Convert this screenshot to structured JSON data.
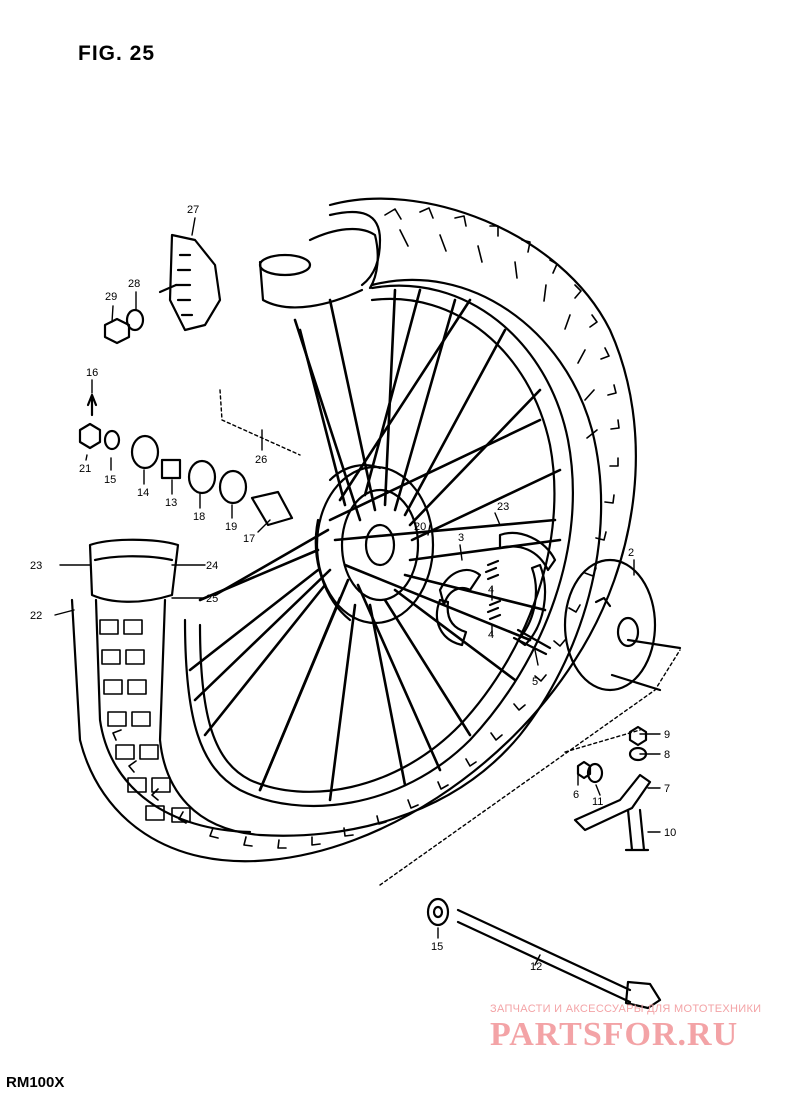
{
  "figure": {
    "title": "FIG. 25",
    "model": "RM100X"
  },
  "watermark": {
    "line1": "ЗАПЧАСТИ И АКСЕССУАРЫ ДЛЯ МОТОТЕХНИКИ",
    "line2": "PARTSFOR.RU",
    "color": "#f3a3a6"
  },
  "callouts": [
    "27",
    "28",
    "29",
    "16",
    "21",
    "15",
    "14",
    "13",
    "18",
    "19",
    "26",
    "17",
    "20",
    "3",
    "23",
    "23",
    "24",
    "25",
    "22",
    "4",
    "4",
    "2",
    "5",
    "9",
    "8",
    "7",
    "6",
    "11",
    "10",
    "15",
    "12"
  ]
}
